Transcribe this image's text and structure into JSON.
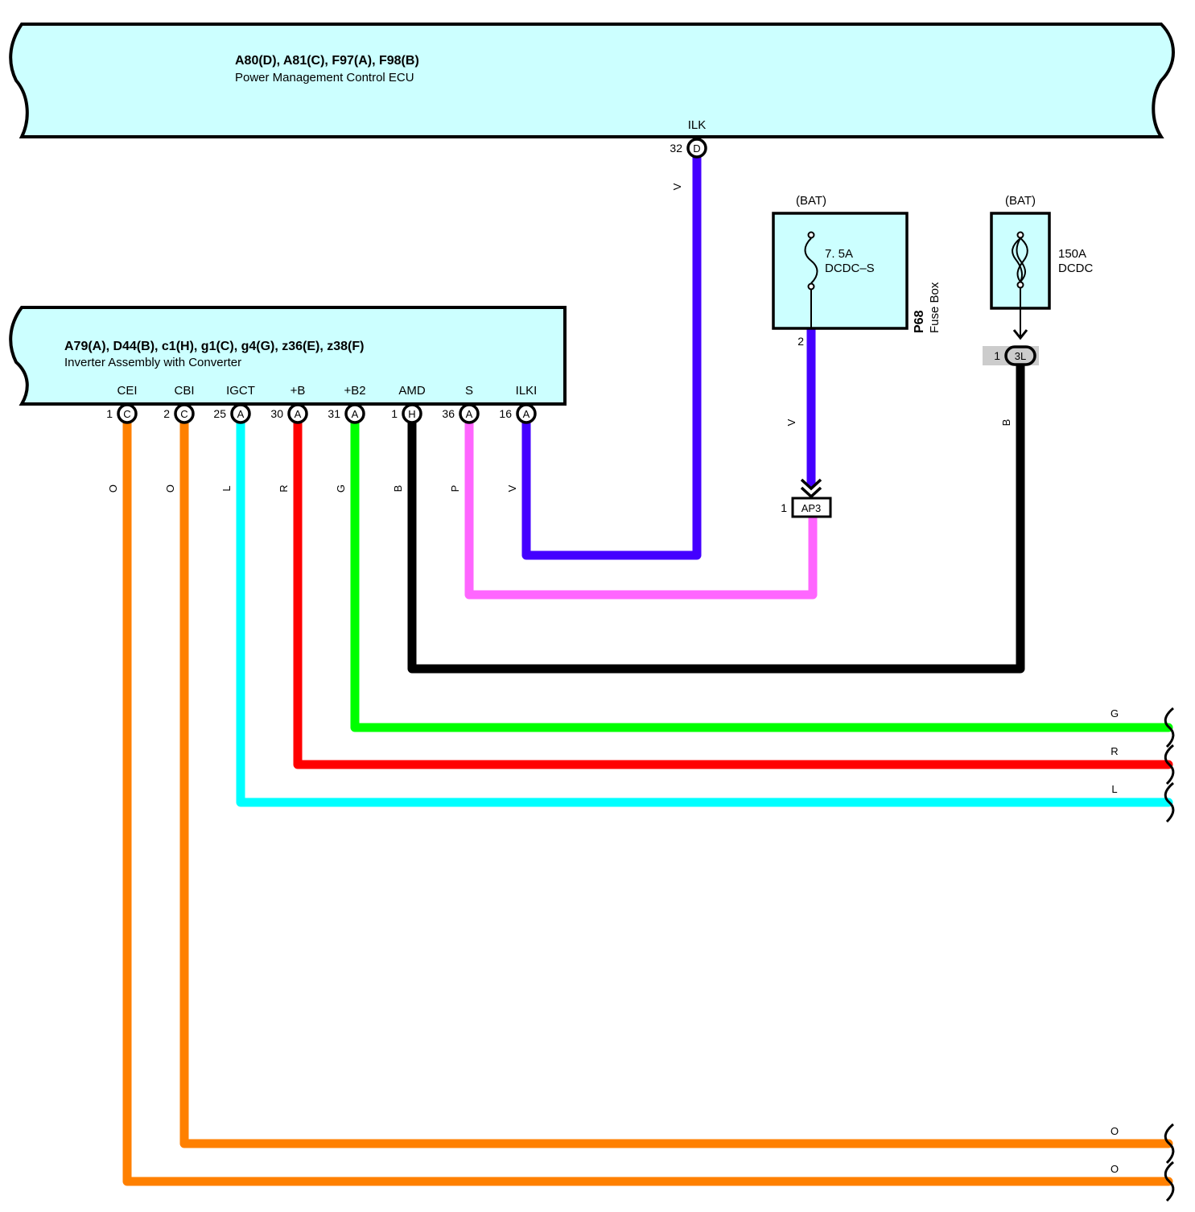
{
  "ecu_top": {
    "connectors": "A80(D), A81(C), F97(A), F98(B)",
    "name": "Power Management Control ECU",
    "terminal": {
      "label": "ILK",
      "pin": "32",
      "code": "D"
    }
  },
  "inverter": {
    "connectors": "A79(A), D44(B), c1(H), g1(C), g4(G), z36(E), z38(F)",
    "name": "Inverter Assembly with Converter",
    "terminals": [
      {
        "label": "CEI",
        "pin": "1",
        "code": "C",
        "wire": "O"
      },
      {
        "label": "CBI",
        "pin": "2",
        "code": "C",
        "wire": "O"
      },
      {
        "label": "IGCT",
        "pin": "25",
        "code": "A",
        "wire": "L"
      },
      {
        "label": "+B",
        "pin": "30",
        "code": "A",
        "wire": "R"
      },
      {
        "label": "+B2",
        "pin": "31",
        "code": "A",
        "wire": "G"
      },
      {
        "label": "AMD",
        "pin": "1",
        "code": "H",
        "wire": "B"
      },
      {
        "label": "S",
        "pin": "36",
        "code": "A",
        "wire": "P"
      },
      {
        "label": "ILKI",
        "pin": "16",
        "code": "A",
        "wire": "V"
      }
    ]
  },
  "fuse_box": {
    "supply": "(BAT)",
    "fuse_rating": "7. 5A",
    "fuse_name": "DCDC–S",
    "connector_id": "P68",
    "connector_name": "Fuse Box",
    "pin": "2",
    "wire": "V"
  },
  "fusible_link": {
    "supply": "(BAT)",
    "rating": "150A",
    "name": "DCDC",
    "pin": "1",
    "code": "3L",
    "wire": "B"
  },
  "junction": {
    "pin": "1",
    "code": "AP3"
  },
  "ilk_wire": "V",
  "right_edge_labels": [
    "G",
    "R",
    "L",
    "O",
    "O"
  ],
  "colors": {
    "V": "#4400ff",
    "P": "#ff66ff",
    "B": "#000000",
    "G": "#00ff00",
    "R": "#ff0000",
    "L": "#00ffff",
    "O": "#ff8000",
    "box_fill": "#ccffff"
  }
}
